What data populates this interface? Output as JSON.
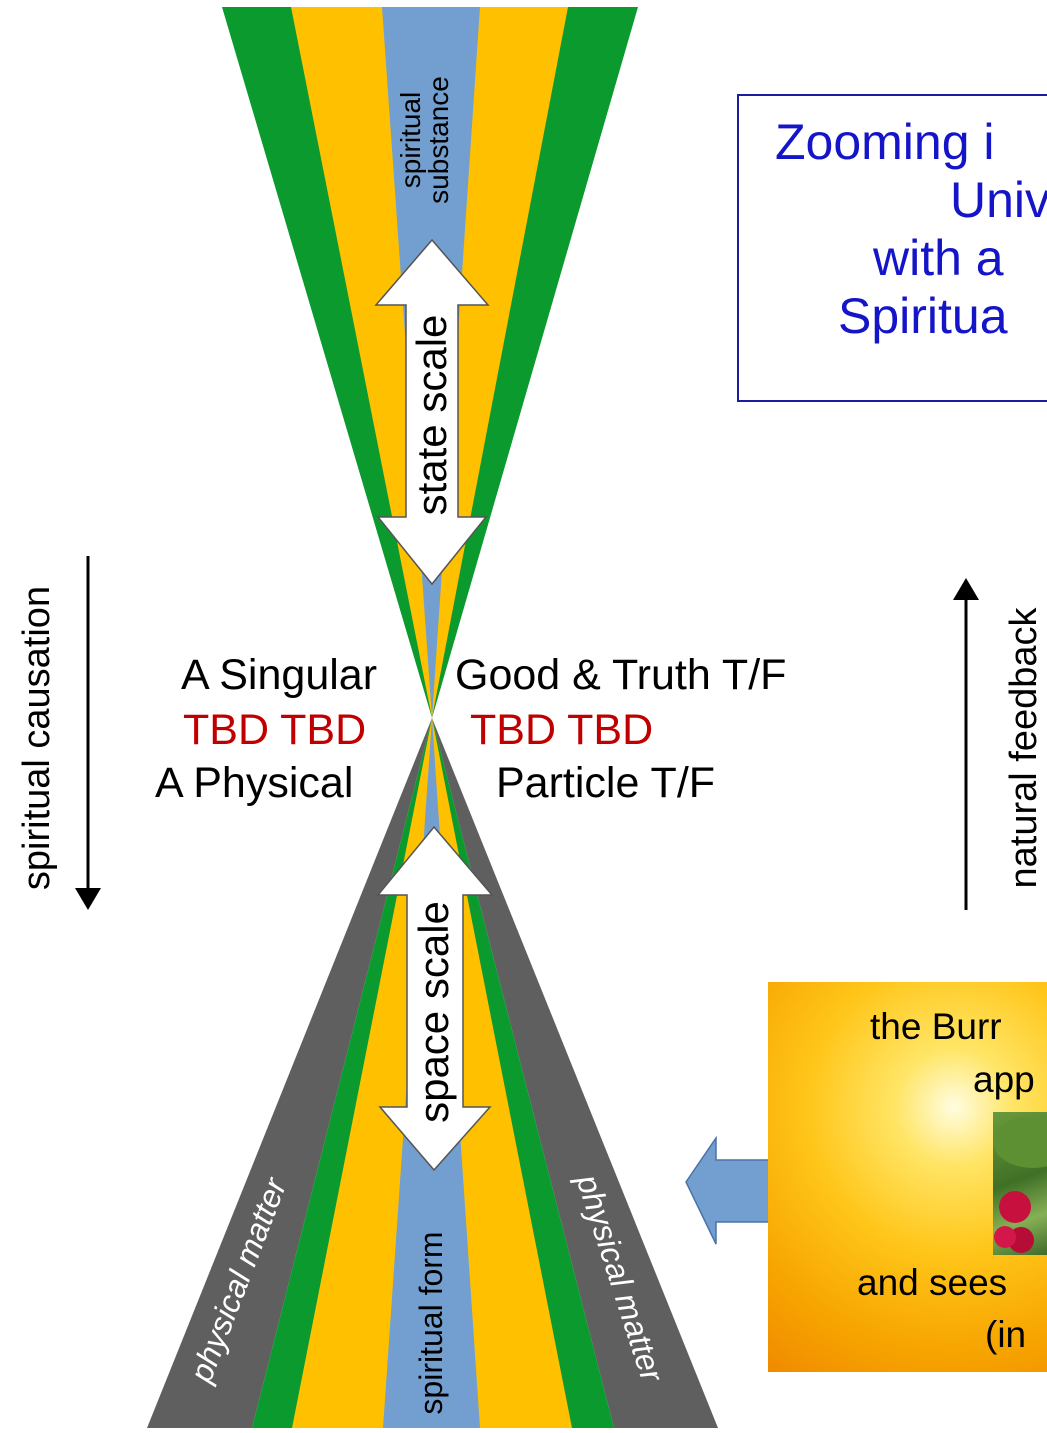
{
  "diagram": {
    "top_cone": {
      "center_band_label": "spiritual substance",
      "arrow_label": "state scale"
    },
    "bottom_cone": {
      "center_band_label": "spiritual form",
      "arrow_label": "space scale",
      "left_band_label": "physical matter",
      "right_band_label": "physical matter"
    },
    "left_axis_label": "spiritual causation",
    "right_axis_label": "natural feedback",
    "center_rows": {
      "row1_left": "A Singular",
      "row1_right": "Good & Truth T/F",
      "row2_left": "TBD TBD",
      "row2_right": "TBD TBD",
      "row3_left": "A Physical",
      "row3_right": "Particle T/F"
    },
    "title_lines": [
      "Zooming i",
      "Univ",
      "with a",
      "Spiritua"
    ],
    "photo_caption_lines": [
      "the  Burr",
      "app",
      "and sees",
      "(in"
    ],
    "colors": {
      "green": "#0a9a2e",
      "yellow": "#ffc000",
      "blue": "#729fcf",
      "gray": "#5f5f5f",
      "red_text": "#c00000",
      "title_text": "#1414c8"
    }
  }
}
